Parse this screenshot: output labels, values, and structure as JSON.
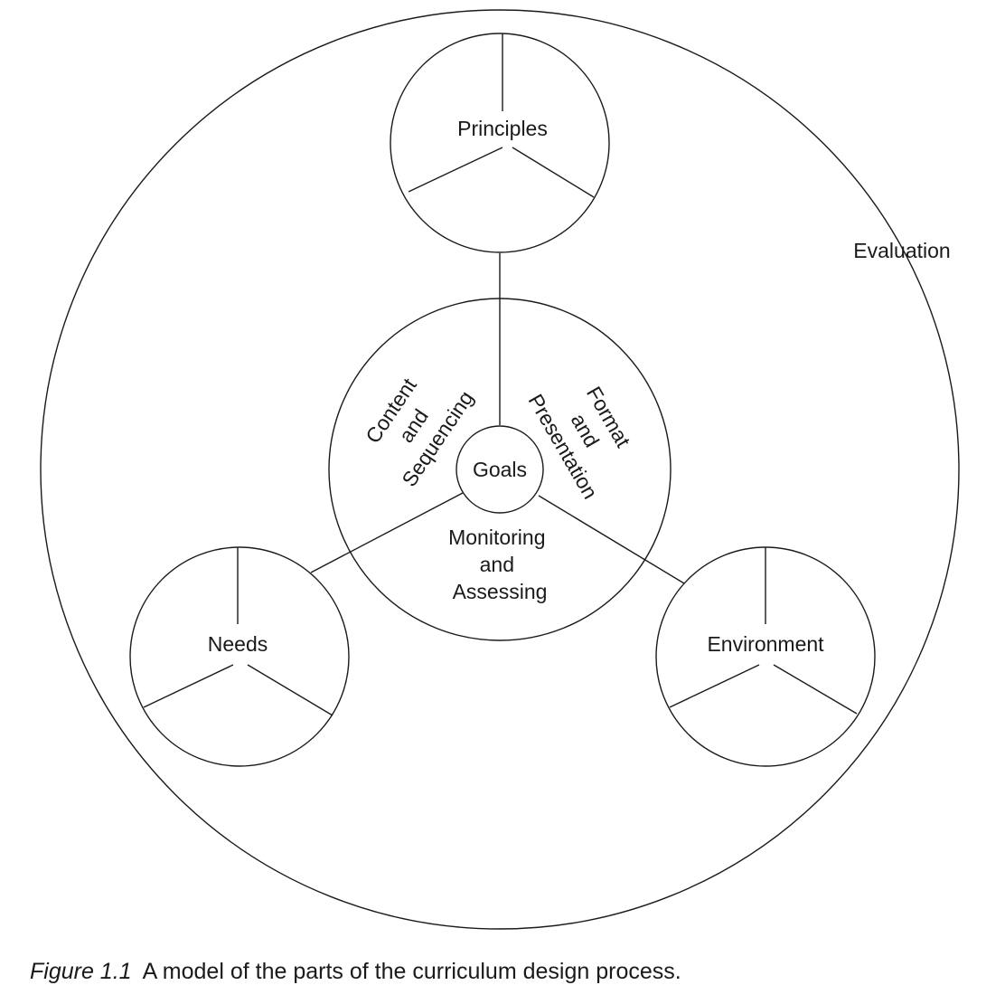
{
  "diagram": {
    "outer_label": "Evaluation",
    "center_label": "Goals",
    "inner_sections": {
      "left": [
        "Content",
        "and",
        "Sequencing"
      ],
      "right": [
        "Format",
        "and",
        "Presentation"
      ],
      "bottom": [
        "Monitoring",
        "and",
        "Assessing"
      ]
    },
    "satellites": {
      "top": "Principles",
      "left": "Needs",
      "right": "Environment"
    }
  },
  "caption": {
    "figure_number": "Figure 1.1",
    "text": "A model of the parts of the curriculum design process."
  }
}
